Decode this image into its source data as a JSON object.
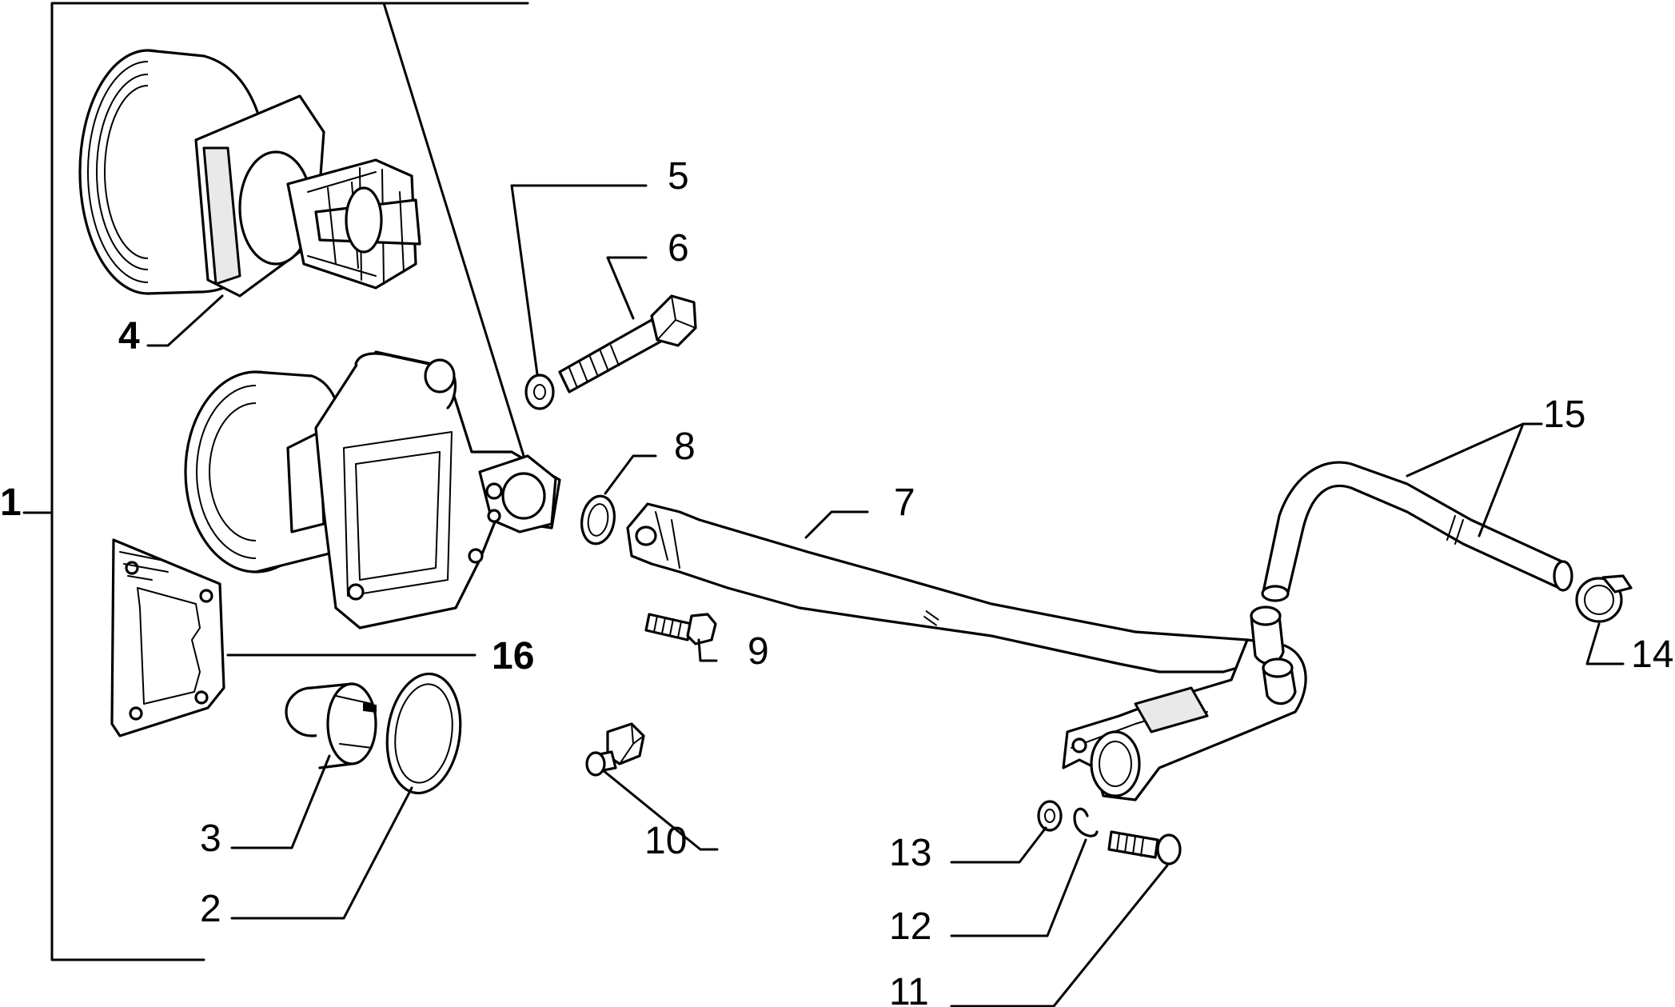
{
  "diagram": {
    "callouts": [
      {
        "id": "1",
        "text": "1"
      },
      {
        "id": "2",
        "text": "2"
      },
      {
        "id": "3",
        "text": "3"
      },
      {
        "id": "4",
        "text": "4"
      },
      {
        "id": "5",
        "text": "5"
      },
      {
        "id": "6",
        "text": "6"
      },
      {
        "id": "7",
        "text": "7"
      },
      {
        "id": "8",
        "text": "8"
      },
      {
        "id": "9",
        "text": "9"
      },
      {
        "id": "10",
        "text": "10"
      },
      {
        "id": "11",
        "text": "11"
      },
      {
        "id": "12",
        "text": "12"
      },
      {
        "id": "13",
        "text": "13"
      },
      {
        "id": "14",
        "text": "14"
      },
      {
        "id": "15",
        "text": "15"
      },
      {
        "id": "16",
        "text": "16"
      }
    ],
    "pipe_mark": "//"
  }
}
